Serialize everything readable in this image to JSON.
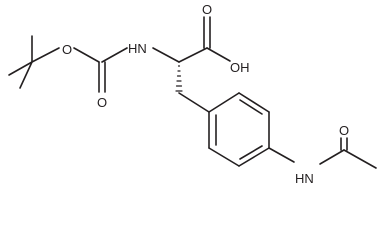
{
  "diagram": {
    "type": "chemical-structure",
    "atom_labels": {
      "carbonyl_o_top": "O",
      "ester_o": "O",
      "nh_carbamate": "HN",
      "acid_o_top": "O",
      "oh": "OH",
      "amide_o": "O",
      "amide_nh": "HN"
    },
    "colors": {
      "ink": "#231f20",
      "background": "#ffffff"
    }
  }
}
